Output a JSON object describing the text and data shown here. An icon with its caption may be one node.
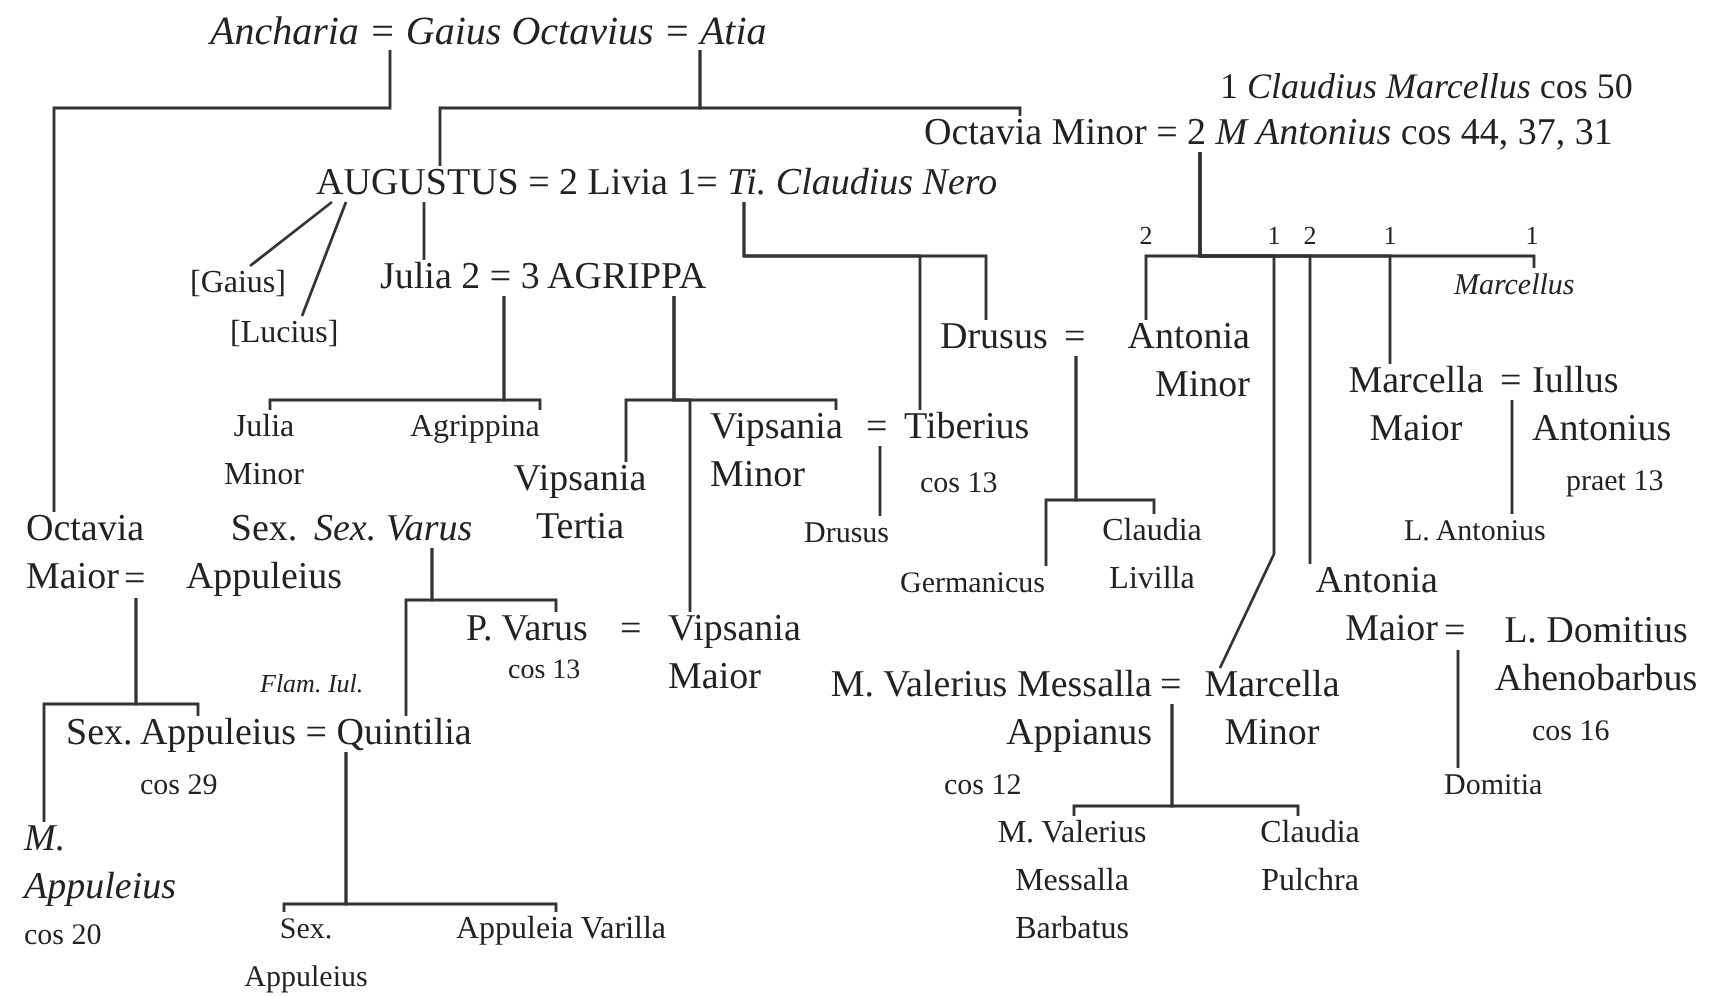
{
  "diagram": {
    "nodes": [
      {
        "text": [
          "Ancharia = Gaius Octavius = Atia"
        ]
      },
      {
        "text": [
          "1 *Claudius Marcellus* cos 50",
          "Octavia Minor = 2 *M Antonius* cos 44, 37, 31"
        ]
      },
      {
        "text": [
          "AUGUSTUS = 2 Livia 1= *Ti. Claudius Nero*"
        ]
      },
      {
        "text": [
          "[Gaius]"
        ]
      },
      {
        "text": [
          "[Lucius]"
        ]
      },
      {
        "text": [
          "Julia 2 = 3 AGRIPPA"
        ]
      },
      {
        "text": [
          "Drusus",
          "=",
          "Antonia Minor"
        ]
      },
      {
        "text": [
          "Marcellus"
        ]
      },
      {
        "text": [
          "Marcella Maior",
          "=",
          "Iullus Antonius",
          "praet 13"
        ]
      },
      {
        "text": [
          "Julia Minor"
        ]
      },
      {
        "text": [
          "Agrippina"
        ]
      },
      {
        "text": [
          "Vipsania Tertia"
        ]
      },
      {
        "text": [
          "Vipsania Minor",
          "=",
          "Tiberius",
          "cos 13"
        ]
      },
      {
        "text": [
          "Drusus"
        ]
      },
      {
        "text": [
          "Germanicus"
        ]
      },
      {
        "text": [
          "Claudia Livilla"
        ]
      },
      {
        "text": [
          "L. Antonius"
        ]
      },
      {
        "text": [
          "Sex. Varus"
        ]
      },
      {
        "text": [
          "Octavia Maior",
          "=",
          "Sex. Appuleius",
          "Flam. Iul."
        ]
      },
      {
        "text": [
          "Antonia Maior",
          "=",
          "L. Domitius Ahenobarbus",
          "cos 16"
        ]
      },
      {
        "text": [
          "P. Varus",
          "cos 13",
          "=",
          "Vipsania Maior"
        ]
      },
      {
        "text": [
          "M. Valerius Messalla Appianus",
          "=",
          "Marcella Minor",
          "cos 12"
        ]
      },
      {
        "text": [
          "Sex. Appuleius = Quintilia",
          "cos 29"
        ]
      },
      {
        "text": [
          "Domitia"
        ]
      },
      {
        "text": [
          "M. Appuleius",
          "cos 20"
        ]
      },
      {
        "text": [
          "M. Valerius Messalla Barbatus"
        ]
      },
      {
        "text": [
          "Claudia Pulchra"
        ]
      },
      {
        "text": [
          "Sex. Appuleius"
        ]
      },
      {
        "text": [
          "Appuleia Varilla"
        ]
      }
    ],
    "edges": [
      {
        "from": 0,
        "to": 18,
        "arrow": "none"
      },
      {
        "from": 0,
        "to": 2,
        "arrow": "none"
      },
      {
        "from": 0,
        "to": 1,
        "arrow": "none"
      },
      {
        "from": 2,
        "to": 3,
        "arrow": "none"
      },
      {
        "from": 2,
        "to": 4,
        "arrow": "none"
      },
      {
        "from": 2,
        "to": 5,
        "arrow": "none"
      },
      {
        "from": 2,
        "to": 12,
        "arrow": "none"
      },
      {
        "from": 2,
        "to": 6,
        "arrow": "none"
      },
      {
        "from": 1,
        "to": 6,
        "arrow": "none",
        "label": "2"
      },
      {
        "from": 1,
        "to": 21,
        "arrow": "none",
        "label": "1"
      },
      {
        "from": 1,
        "to": 19,
        "arrow": "none",
        "label": "2"
      },
      {
        "from": 1,
        "to": 8,
        "arrow": "none",
        "label": "1"
      },
      {
        "from": 1,
        "to": 7,
        "arrow": "none",
        "label": "1"
      },
      {
        "from": 5,
        "to": 9,
        "arrow": "none"
      },
      {
        "from": 5,
        "to": 10,
        "arrow": "none"
      },
      {
        "from": 5,
        "to": 11,
        "arrow": "none"
      },
      {
        "from": 5,
        "to": 20,
        "arrow": "none"
      },
      {
        "from": 5,
        "to": 12,
        "arrow": "none"
      },
      {
        "from": 12,
        "to": 13,
        "arrow": "none"
      },
      {
        "from": 6,
        "to": 14,
        "arrow": "none"
      },
      {
        "from": 6,
        "to": 15,
        "arrow": "none"
      },
      {
        "from": 8,
        "to": 16,
        "arrow": "none"
      },
      {
        "from": 17,
        "to": 20,
        "arrow": "none"
      },
      {
        "from": 17,
        "to": 22,
        "arrow": "none"
      },
      {
        "from": 18,
        "to": 22,
        "arrow": "none"
      },
      {
        "from": 18,
        "to": 24,
        "arrow": "none"
      },
      {
        "from": 19,
        "to": 23,
        "arrow": "none"
      },
      {
        "from": 21,
        "to": 25,
        "arrow": "none"
      },
      {
        "from": 21,
        "to": 26,
        "arrow": "none"
      },
      {
        "from": 22,
        "to": 27,
        "arrow": "none"
      },
      {
        "from": 22,
        "to": 28,
        "arrow": "none"
      }
    ]
  }
}
